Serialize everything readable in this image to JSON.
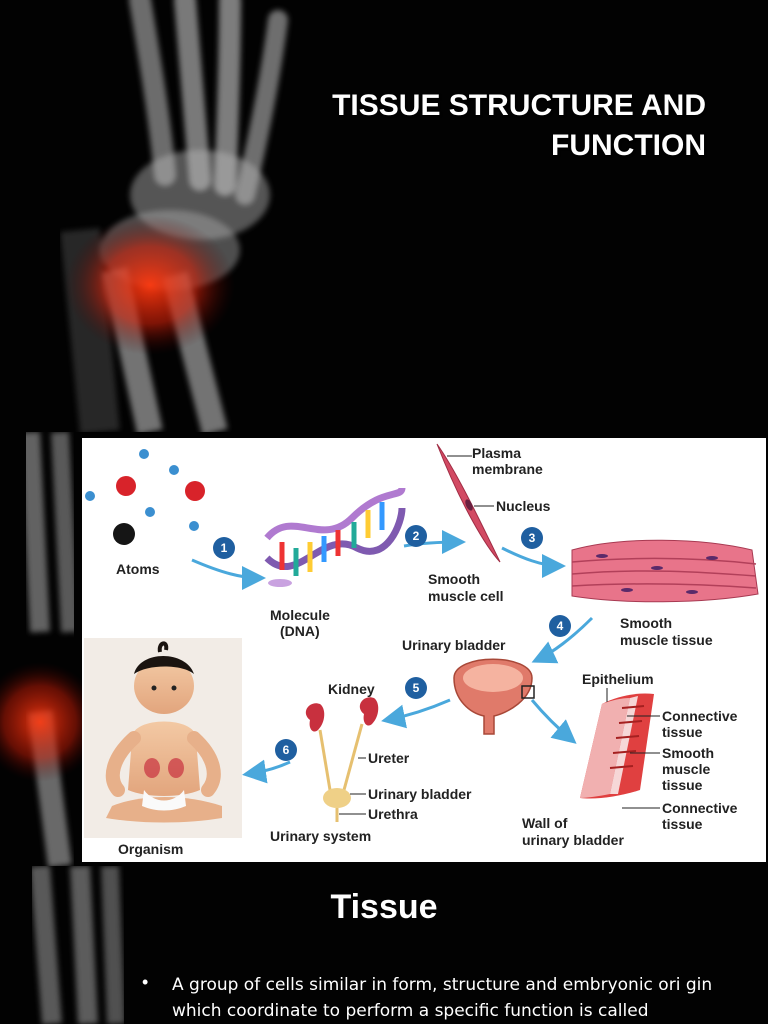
{
  "slide1": {
    "title_line1": "TISSUE STRUCTURE AND",
    "title_line2": "FUNCTION"
  },
  "figure": {
    "steps": [
      "1",
      "2",
      "3",
      "4",
      "5",
      "6"
    ],
    "labels": {
      "atoms": "Atoms",
      "molecule_line1": "Molecule",
      "molecule_line2": "(DNA)",
      "plasma_line1": "Plasma",
      "plasma_line2": "membrane",
      "nucleus": "Nucleus",
      "smooth_cell_line1": "Smooth",
      "smooth_cell_line2": "muscle cell",
      "smooth_tissue_line1": "Smooth",
      "smooth_tissue_line2": "muscle tissue",
      "urinary_bladder": "Urinary bladder",
      "epithelium": "Epithelium",
      "connective_tissue_1_line1": "Connective",
      "connective_tissue_1_line2": "tissue",
      "smooth_muscle_tissue_line1": "Smooth",
      "smooth_muscle_tissue_line2": "muscle",
      "smooth_muscle_tissue_line3": "tissue",
      "connective_tissue_2_line1": "Connective",
      "connective_tissue_2_line2": "tissue",
      "wall_line1": "Wall of",
      "wall_line2": "urinary bladder",
      "kidney": "Kidney",
      "ureter": "Ureter",
      "system_bladder": "Urinary bladder",
      "urethra": "Urethra",
      "urinary_system": "Urinary system",
      "organism": "Organism"
    },
    "colors": {
      "atom_blue": "#3b8fd0",
      "atom_red": "#d8232a",
      "atom_black": "#151515",
      "arrow": "#4aa8dc",
      "step_circle": "#1f5fa0",
      "muscle": "#d24a63",
      "kidney": "#c8303e"
    }
  },
  "slide3": {
    "heading": "Tissue",
    "bullet": "•",
    "text": "A group of cells similar in form, structure and embryonic ori gin which coordinate to perform a specific function is called"
  }
}
